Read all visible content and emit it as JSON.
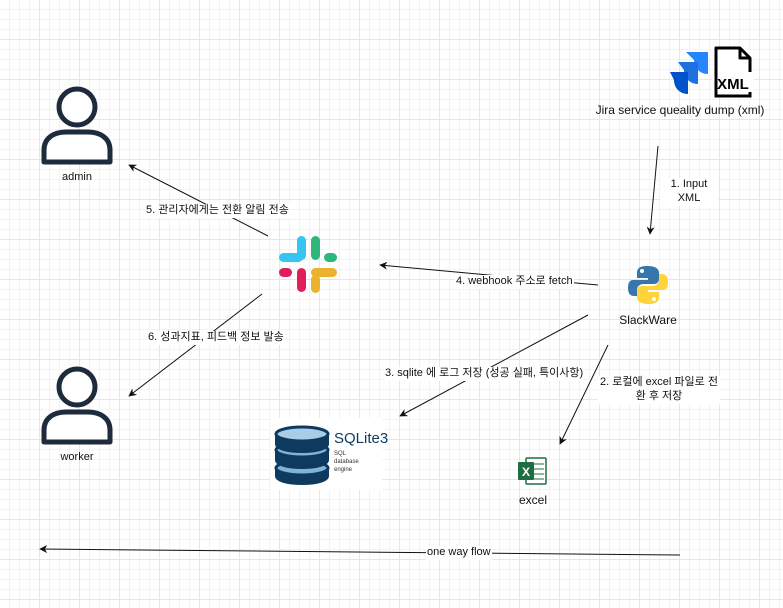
{
  "nodes": {
    "admin": {
      "label": "admin",
      "icon": "user-icon"
    },
    "worker": {
      "label": "worker",
      "icon": "user-icon"
    },
    "jira": {
      "label": "Jira service queality dump (xml)",
      "icon": "jira-icon",
      "file_badge": "XML"
    },
    "slackware": {
      "label": "SlackWare",
      "icon": "python-icon"
    },
    "slack": {
      "icon": "slack-icon"
    },
    "sqlite": {
      "icon": "sqlite-icon",
      "title": "SQLite3",
      "subtitle_lines": [
        "SQL",
        "database",
        "engine"
      ]
    },
    "excel": {
      "label": "excel",
      "icon": "excel-icon",
      "badge": "X"
    }
  },
  "edges": [
    {
      "id": "e1",
      "label_lines": [
        "1. Input",
        "XML"
      ]
    },
    {
      "id": "e2",
      "label_lines": [
        "2. 로컬에 excel 파일로 전",
        "환 후 저장"
      ]
    },
    {
      "id": "e3",
      "label": "3. sqlite 에 로그 저장 (성공 실패, 특이사항)"
    },
    {
      "id": "e4",
      "label": "4. webhook 주소로 fetch"
    },
    {
      "id": "e5",
      "label": "5. 관리자에게는 전환 알림 전송"
    },
    {
      "id": "e6",
      "label": "6. 성과지표, 피드백 정보 발송"
    }
  ],
  "flow": {
    "label": "one way flow"
  },
  "colors": {
    "line": "#111111",
    "user": "#1e2b3d",
    "jira_blue": "#2684ff",
    "python_blue": "#3776ab",
    "python_yellow": "#ffd43b",
    "slack_blue": "#36c5f0",
    "slack_green": "#2eb67d",
    "slack_red": "#e01e5a",
    "slack_yellow": "#ecb22e",
    "sqlite_dark": "#0f3a5f",
    "sqlite_light": "#7fb3d8",
    "excel_green": "#1d6f42"
  }
}
